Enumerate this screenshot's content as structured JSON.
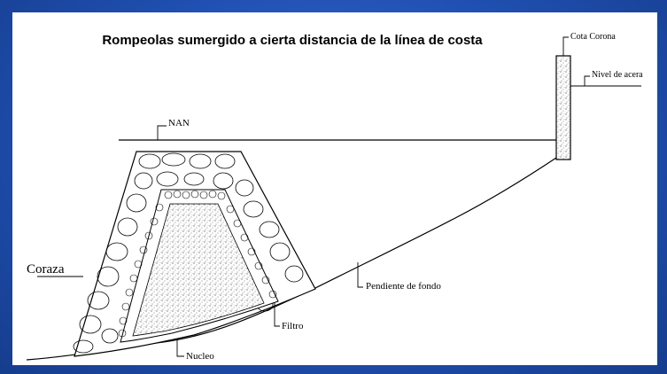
{
  "title": "Rompeolas sumergido a cierta distancia de la línea de costa",
  "labels": {
    "nan": "NAN",
    "cota_corona": "Cota Corona",
    "nivel_acera": "Nivel de acera",
    "coraza": "Coraza",
    "pendiente": "Pendiente de fondo",
    "filtro": "Filtro",
    "nucleo": "Nucleo"
  },
  "colors": {
    "frame": "#1f4fb0",
    "panel": "#ffffff",
    "ink": "#000000"
  }
}
